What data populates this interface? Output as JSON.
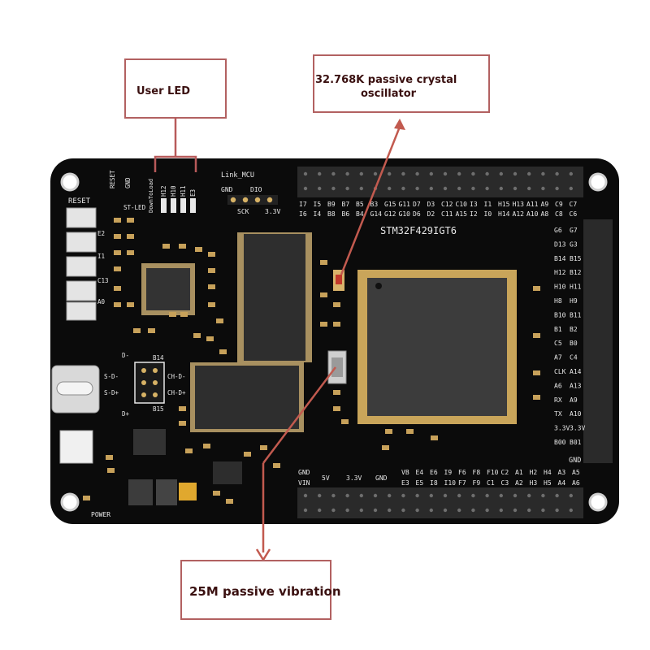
{
  "callouts": {
    "user_led": "User LED",
    "crystal_line1": "32.768K passive crystal",
    "crystal_line2": "oscillator",
    "vibration": "25M passive vibration"
  },
  "board": {
    "mcu_marking": "STM32F429IGT6",
    "reset_label": "RESET",
    "reset_short": "RESET",
    "gnd_short": "GND",
    "power_label": "POWER",
    "st_led_label": "ST-LED",
    "download_label": "DownToLoad",
    "link_mcu_label": "Link_MCU",
    "swd_pins_top": [
      "GND",
      "DIO"
    ],
    "swd_pins_bottom": [
      "SCK",
      "3.3V"
    ],
    "led_pins": [
      "H12",
      "H10",
      "H11",
      "E3"
    ],
    "key_labels": [
      "E2",
      "I1",
      "C13",
      "A0"
    ],
    "usb_switch": {
      "left": [
        "S-D-",
        "S-D+"
      ],
      "right": [
        "CH-D-",
        "CH-D+"
      ],
      "top": "B14",
      "bottom": "B15",
      "d_minus": "D-",
      "d_plus": "D+"
    },
    "top_header_row1": [
      "I7",
      "I5",
      "B9",
      "B7",
      "B5",
      "B3",
      "G15",
      "G11",
      "D7",
      "D3",
      "C12",
      "C10",
      "I3",
      "I1",
      "H15",
      "H13",
      "A11",
      "A9",
      "C9",
      "C7"
    ],
    "top_header_row2": [
      "I6",
      "I4",
      "B8",
      "B6",
      "B4",
      "G14",
      "G12",
      "G10",
      "D6",
      "D2",
      "C11",
      "A15",
      "I2",
      "I0",
      "H14",
      "A12",
      "A10",
      "A8",
      "C8",
      "C6"
    ],
    "right_header_col1": [
      "G6",
      "D13",
      "B14",
      "H12",
      "H10",
      "H8",
      "B10",
      "B1",
      "C5",
      "A7",
      "CLK",
      "A6",
      "RX",
      "TX",
      "3.3V",
      "B00"
    ],
    "right_header_col2": [
      "G7",
      "G3",
      "B15",
      "B12",
      "H11",
      "H9",
      "B11",
      "B2",
      "B0",
      "C4",
      "A14",
      "A13",
      "A9",
      "A10",
      "3.3V",
      "B01"
    ],
    "right_header_gnd": "GND",
    "bottom_power_labels": [
      "GND",
      "VIN",
      "5V",
      "3.3V",
      "GND"
    ],
    "bottom_header_row1": [
      "VB",
      "E4",
      "E6",
      "I9",
      "F6",
      "F8",
      "F10",
      "C2",
      "A1",
      "H2",
      "H4",
      "A3",
      "A5"
    ],
    "bottom_header_row2": [
      "E3",
      "E5",
      "I8",
      "I10",
      "F7",
      "F9",
      "C1",
      "C3",
      "A2",
      "H3",
      "H5",
      "A4",
      "A6"
    ]
  }
}
